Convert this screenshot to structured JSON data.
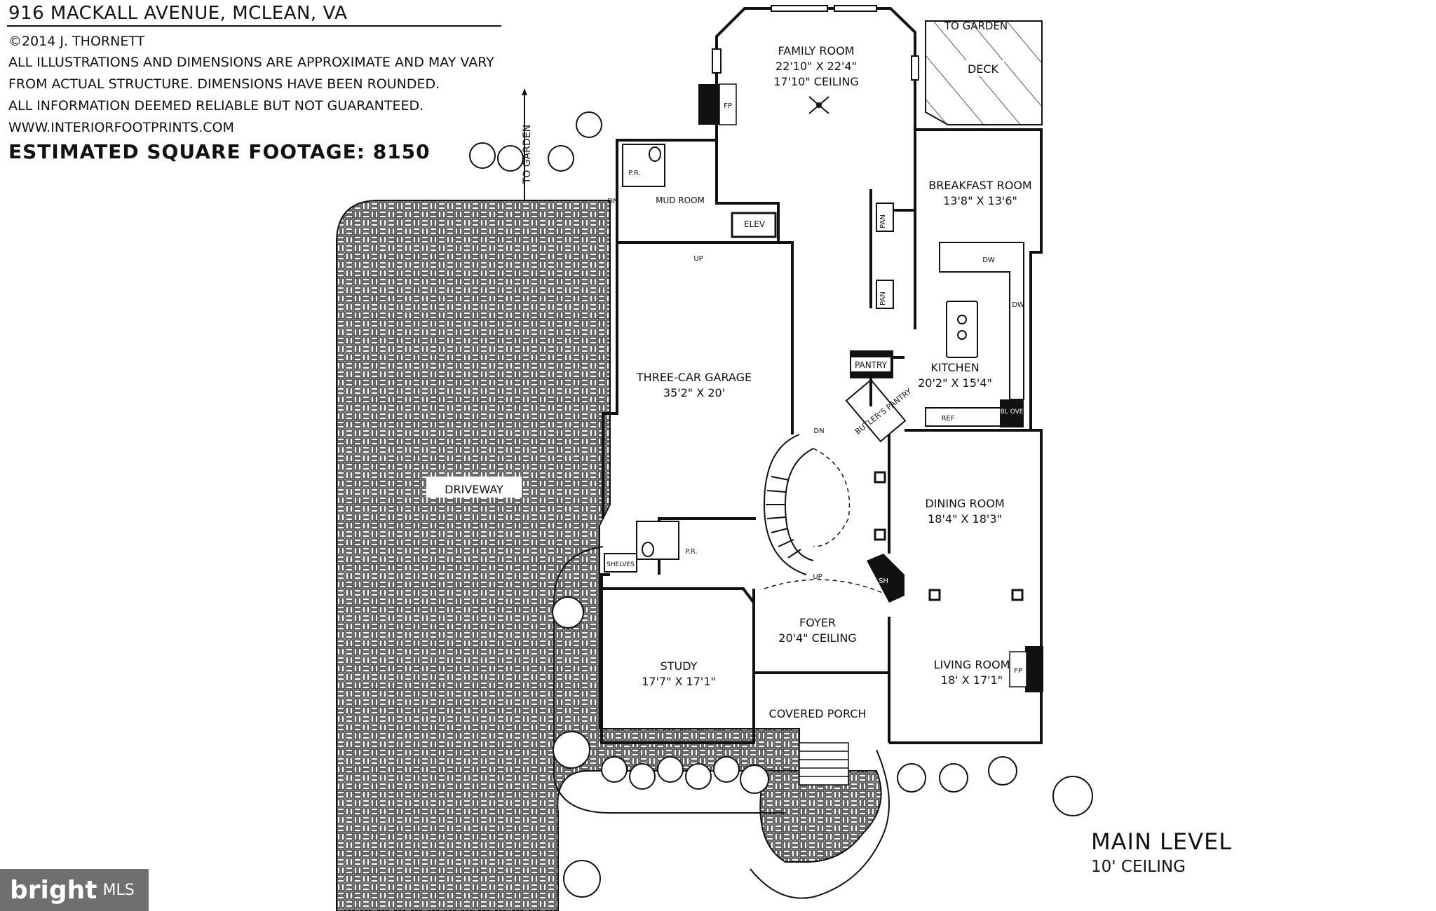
{
  "header": {
    "address": "916 MACKALL AVENUE, MCLEAN, VA",
    "copyright": "©2014 J. THORNETT",
    "disclaimer": [
      "ALL ILLUSTRATIONS AND DIMENSIONS ARE APPROXIMATE AND MAY VARY",
      "FROM ACTUAL STRUCTURE. DIMENSIONS HAVE BEEN ROUNDED.",
      "ALL INFORMATION DEEMED RELIABLE BUT NOT GUARANTEED.",
      "WWW.INTERIORFOOTPRINTS.COM"
    ],
    "square_footage": "ESTIMATED SQUARE FOOTAGE: 8150"
  },
  "level": {
    "title": "MAIN LEVEL",
    "ceiling": "10' CEILING"
  },
  "rooms": {
    "family": {
      "name": "FAMILY ROOM",
      "dims": "22'10\" X 22'4\"",
      "extra": "17'10\" CEILING"
    },
    "breakfast": {
      "name": "BREAKFAST ROOM",
      "dims": "13'8\" X 13'6\""
    },
    "kitchen": {
      "name": "KITCHEN",
      "dims": "20'2\" X 15'4\""
    },
    "garage": {
      "name": "THREE-CAR GARAGE",
      "dims": "35'2\" X 20'"
    },
    "dining": {
      "name": "DINING ROOM",
      "dims": "18'4\" X 18'3\""
    },
    "foyer": {
      "name": "FOYER",
      "dims": "20'4\" CEILING"
    },
    "study": {
      "name": "STUDY",
      "dims": "17'7\" X 17'1\""
    },
    "living": {
      "name": "LIVING ROOM",
      "dims": "18' X 17'1\""
    },
    "porch": {
      "name": "COVERED PORCH"
    },
    "deck": {
      "name": "DECK"
    },
    "driveway": {
      "name": "DRIVEWAY"
    },
    "mud": {
      "name": "MUD ROOM"
    },
    "elev": {
      "name": "ELEV"
    },
    "pantry": {
      "name": "PANTRY"
    },
    "butlers": {
      "name": "BUTLER'S PANTRY"
    }
  },
  "labels": {
    "to_garden": "TO GARDEN",
    "pr": "P.R.",
    "fp": "FP",
    "pan": "PAN",
    "dw": "DW",
    "ref": "REF",
    "dbl_oven": "DBL OVEN",
    "sh": "SH",
    "shelves": "SHELVES",
    "up": "UP",
    "dn": "DN"
  },
  "logo": {
    "main": "bright",
    "sub": "MLS"
  },
  "colors": {
    "ink": "#111111",
    "paper": "#ffffff",
    "pavers": "#2b2b2b",
    "logo_bg": "#6f6f6f"
  }
}
